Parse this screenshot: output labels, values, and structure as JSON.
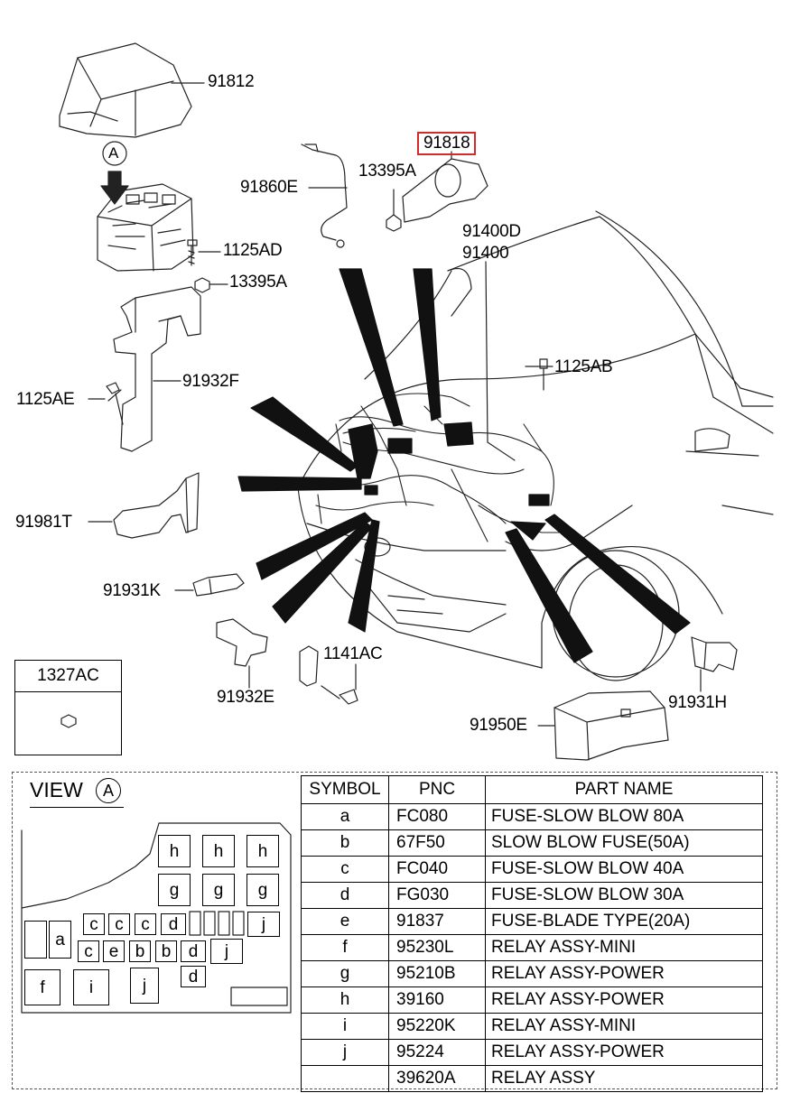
{
  "callouts": {
    "c91812": "91812",
    "c91818": "91818",
    "c13395a_top": "13395A",
    "c91860e": "91860E",
    "c91400d": "91400D",
    "c91400": "91400",
    "c1125ad": "1125AD",
    "c13395a": "13395A",
    "c1125ab": "1125AB",
    "c91932f": "91932F",
    "c1125ae": "1125AE",
    "c91981t": "91981T",
    "c91931k": "91931K",
    "c1141ac": "1141AC",
    "c91932e": "91932E",
    "c91931h": "91931H",
    "c91950e": "91950E",
    "circle_a": "A"
  },
  "note_box": {
    "label": "1327AC"
  },
  "view": {
    "label": "VIEW",
    "circle": "A",
    "fuses": {
      "h1": "h",
      "h2": "h",
      "h3": "h",
      "g1": "g",
      "g2": "g",
      "g3": "g",
      "a": "a",
      "c1": "c",
      "c2": "c",
      "c3": "c",
      "c4": "c",
      "d1": "d",
      "d2": "d",
      "d3": "d",
      "e": "e",
      "b1": "b",
      "b2": "b",
      "j1": "j",
      "j2": "j",
      "j3": "j",
      "f": "f",
      "i": "i"
    }
  },
  "table": {
    "headers": [
      "SYMBOL",
      "PNC",
      "PART NAME"
    ],
    "rows": [
      {
        "symbol": "a",
        "pnc": "FC080",
        "name": "FUSE-SLOW BLOW 80A"
      },
      {
        "symbol": "b",
        "pnc": "67F50",
        "name": "SLOW BLOW FUSE(50A)"
      },
      {
        "symbol": "c",
        "pnc": "FC040",
        "name": "FUSE-SLOW BLOW 40A"
      },
      {
        "symbol": "d",
        "pnc": "FG030",
        "name": "FUSE-SLOW BLOW 30A"
      },
      {
        "symbol": "e",
        "pnc": "91837",
        "name": "FUSE-BLADE TYPE(20A)"
      },
      {
        "symbol": "f",
        "pnc": "95230L",
        "name": "RELAY ASSY-MINI"
      },
      {
        "symbol": "g",
        "pnc": "95210B",
        "name": "RELAY ASSY-POWER"
      },
      {
        "symbol": "h",
        "pnc": "39160",
        "name": "RELAY ASSY-POWER"
      },
      {
        "symbol": "i",
        "pnc": "95220K",
        "name": "RELAY ASSY-MINI"
      },
      {
        "symbol": "j",
        "pnc": "95224",
        "name": "RELAY ASSY-POWER"
      },
      {
        "symbol": "",
        "pnc": "39620A",
        "name": "RELAY ASSY"
      }
    ]
  },
  "colors": {
    "highlight": "#d42a2a",
    "line": "#222222"
  }
}
